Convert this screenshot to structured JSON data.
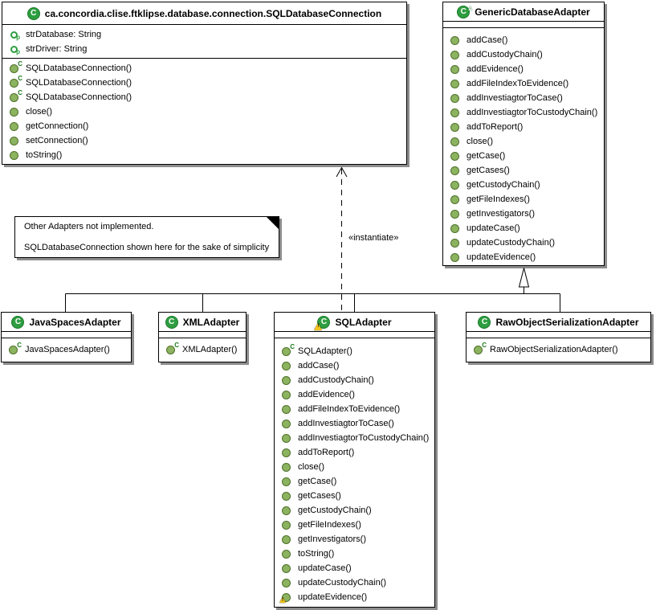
{
  "diagram": {
    "type": "uml-class-diagram",
    "colors": {
      "class_icon_green": "#2E9E40",
      "class_icon_border": "#1C7A2B",
      "member_icon_olive": "#8CB35F",
      "member_icon_border": "#50702C",
      "warning_yellow": "#F2C41D",
      "line_color": "#000000"
    },
    "labels": {
      "instantiate": "«instantiate»"
    },
    "note": {
      "lines": [
        "Other Adapters not implemented.",
        "SQLDatabaseConnection shown here for the sake of simplicity"
      ]
    },
    "classes": [
      {
        "name": "SQLDatabaseConnection",
        "icon": "class-icon",
        "title": "ca.concordia.clise.ftklipse.database.connection.SQLDatabaseConnection",
        "fields": [
          {
            "icon": "private-field-icon",
            "label": "strDatabase: String"
          },
          {
            "icon": "private-field-icon",
            "label": "strDriver: String"
          }
        ],
        "methods": [
          {
            "icon": "constructor-icon",
            "label": "SQLDatabaseConnection()"
          },
          {
            "icon": "constructor-icon",
            "label": "SQLDatabaseConnection()"
          },
          {
            "icon": "constructor-icon",
            "label": "SQLDatabaseConnection()"
          },
          {
            "icon": "method-icon",
            "label": "close()"
          },
          {
            "icon": "method-icon",
            "label": "getConnection()"
          },
          {
            "icon": "method-icon",
            "label": "setConnection()"
          },
          {
            "icon": "method-icon",
            "label": "toString()"
          }
        ]
      },
      {
        "name": "GenericDatabaseAdapter",
        "icon": "abstract-class-icon",
        "title": "GenericDatabaseAdapter",
        "fields": [],
        "methods": [
          {
            "icon": "method-icon",
            "label": "addCase()"
          },
          {
            "icon": "method-icon",
            "label": "addCustodyChain()"
          },
          {
            "icon": "method-icon",
            "label": "addEvidence()"
          },
          {
            "icon": "method-icon",
            "label": "addFileIndexToEvidence()"
          },
          {
            "icon": "method-icon",
            "label": "addInvestiagtorToCase()"
          },
          {
            "icon": "method-icon",
            "label": "addInvestiagtorToCustodyChain()"
          },
          {
            "icon": "method-icon",
            "label": "addToReport()"
          },
          {
            "icon": "method-icon",
            "label": "close()"
          },
          {
            "icon": "method-icon",
            "label": "getCase()"
          },
          {
            "icon": "method-icon",
            "label": "getCases()"
          },
          {
            "icon": "method-icon",
            "label": "getCustodyChain()"
          },
          {
            "icon": "method-icon",
            "label": "getFileIndexes()"
          },
          {
            "icon": "method-icon",
            "label": "getInvestigators()"
          },
          {
            "icon": "method-icon",
            "label": "updateCase()"
          },
          {
            "icon": "method-icon",
            "label": "updateCustodyChain()"
          },
          {
            "icon": "method-icon",
            "label": "updateEvidence()"
          }
        ]
      },
      {
        "name": "JavaSpacesAdapter",
        "icon": "class-icon",
        "title": "JavaSpacesAdapter",
        "fields": [],
        "methods": [
          {
            "icon": "constructor-icon",
            "label": "JavaSpacesAdapter()"
          }
        ]
      },
      {
        "name": "XMLAdapter",
        "icon": "class-icon",
        "title": "XMLAdapter",
        "fields": [],
        "methods": [
          {
            "icon": "constructor-icon",
            "label": "XMLAdapter()"
          }
        ]
      },
      {
        "name": "SQLAdapter",
        "icon": "class-warning-icon",
        "title": "SQLAdapter",
        "fields": [],
        "methods": [
          {
            "icon": "constructor-icon",
            "label": "SQLAdapter()"
          },
          {
            "icon": "method-icon",
            "label": "addCase()"
          },
          {
            "icon": "method-icon",
            "label": "addCustodyChain()"
          },
          {
            "icon": "method-icon",
            "label": "addEvidence()"
          },
          {
            "icon": "method-icon",
            "label": "addFileIndexToEvidence()"
          },
          {
            "icon": "method-icon",
            "label": "addInvestiagtorToCase()"
          },
          {
            "icon": "method-icon",
            "label": "addInvestiagtorToCustodyChain()"
          },
          {
            "icon": "method-icon",
            "label": "addToReport()"
          },
          {
            "icon": "method-icon",
            "label": "close()"
          },
          {
            "icon": "method-icon",
            "label": "getCase()"
          },
          {
            "icon": "method-icon",
            "label": "getCases()"
          },
          {
            "icon": "method-icon",
            "label": "getCustodyChain()"
          },
          {
            "icon": "method-icon",
            "label": "getFileIndexes()"
          },
          {
            "icon": "method-icon",
            "label": "getInvestigators()"
          },
          {
            "icon": "method-icon",
            "label": "toString()"
          },
          {
            "icon": "method-icon",
            "label": "updateCase()"
          },
          {
            "icon": "method-icon",
            "label": "updateCustodyChain()"
          },
          {
            "icon": "method-warning-icon",
            "label": "updateEvidence()"
          }
        ]
      },
      {
        "name": "RawObjectSerializationAdapter",
        "icon": "class-icon",
        "title": "RawObjectSerializationAdapter",
        "fields": [],
        "methods": [
          {
            "icon": "constructor-icon",
            "label": "RawObjectSerializationAdapter()"
          }
        ]
      }
    ]
  }
}
